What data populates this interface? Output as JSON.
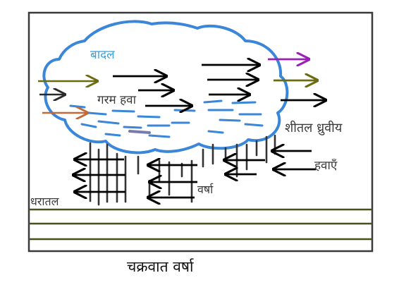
{
  "diagram": {
    "title": "चक्रवात वर्षा",
    "labels": {
      "cloud": "बादल",
      "warm_air": "गरम हवा",
      "cold_polar": "शीतल ध्रुवीय",
      "winds": "हवाएँ",
      "rain": "वर्षा",
      "ground": "धरातल"
    },
    "colors": {
      "cloud_outline": "#3a86d8",
      "cloud_label": "#3aa0d8",
      "frame": "#3a3a3a",
      "ground_lines": "#4a4f1e",
      "arrow_black": "#000000",
      "arrow_olive": "#6b6b10",
      "arrow_purple": "#9b1fb5",
      "arrow_orange": "#c06a3a",
      "arrow_dark": "#2a2a2a",
      "rain_streaks": "#333333",
      "cloud_dashes": "#3a86d8",
      "cloud_dash_accent": "#7a7ab0"
    }
  }
}
